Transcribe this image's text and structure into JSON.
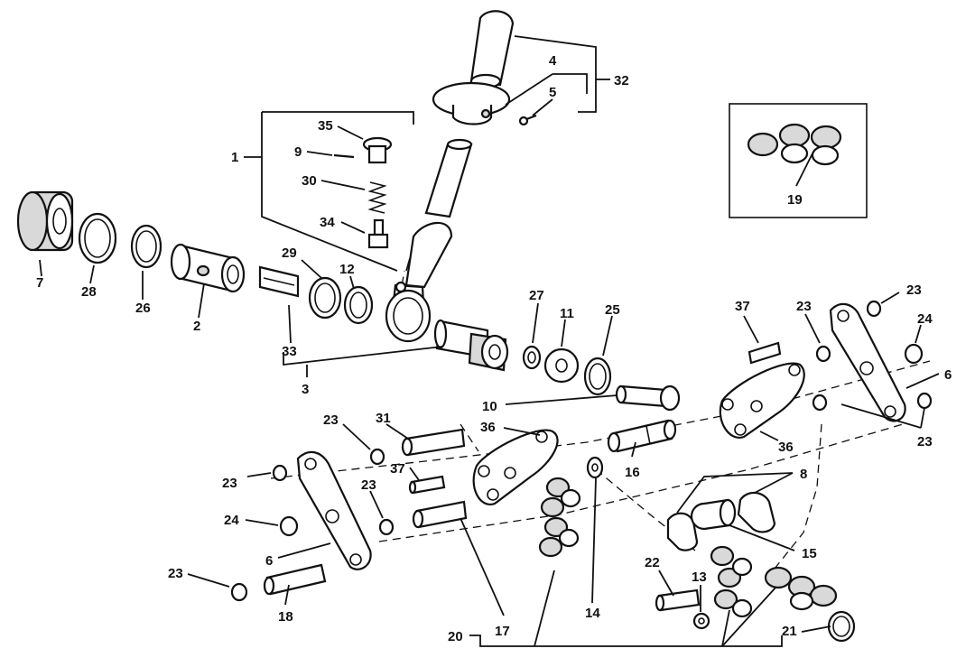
{
  "diagram": {
    "callouts": {
      "c1": "1",
      "c2": "2",
      "c3": "3",
      "c4": "4",
      "c5": "5",
      "c6a": "6",
      "c6b": "6",
      "c7": "7",
      "c8": "8",
      "c9": "9",
      "c10": "10",
      "c11": "11",
      "c12": "12",
      "c13": "13",
      "c14": "14",
      "c15": "15",
      "c16": "16",
      "c17": "17",
      "c18": "18",
      "c19": "19",
      "c20": "20",
      "c21": "21",
      "c22": "22",
      "c23a": "23",
      "c23b": "23",
      "c23c": "23",
      "c23d": "23",
      "c23e": "23",
      "c23f": "23",
      "c23g": "23",
      "c24a": "24",
      "c24b": "24",
      "c25": "25",
      "c26": "26",
      "c27": "27",
      "c28": "28",
      "c29": "29",
      "c30": "30",
      "c31": "31",
      "c32": "32",
      "c33": "33",
      "c34": "34",
      "c35": "35",
      "c36a": "36",
      "c36b": "36",
      "c37a": "37",
      "c37b": "37"
    }
  }
}
